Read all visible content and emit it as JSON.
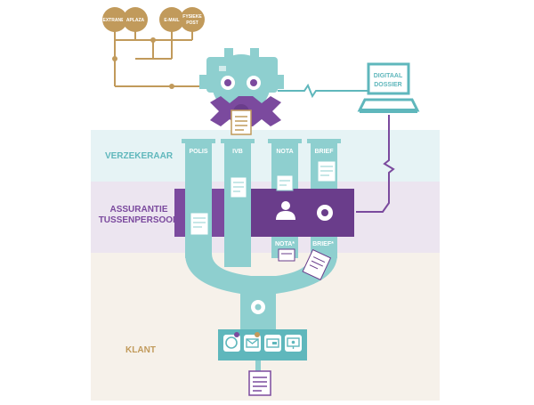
{
  "sources": {
    "extranet": "EXTRANET",
    "aplaza": "APLAZA",
    "email": "E-MAIL",
    "fysieke_post_line1": "FYSIEKE",
    "fysieke_post_line2": "POST"
  },
  "laptop": {
    "line1": "DIGITAAL",
    "line2": "DOSSIER"
  },
  "zones": {
    "verzekeraar": "VERZEKERAAR",
    "assurantie_line1": "ASSURANTIE",
    "assurantie_line2": "TUSSENPERSOON",
    "klant": "KLANT"
  },
  "pipes": {
    "polis": "POLIS",
    "ivb": "IVB",
    "nota": "NOTA",
    "brief": "BRIEF"
  },
  "band_labels": {
    "nota_star": "NOTA*",
    "brief_star": "BRIEF*"
  },
  "colors": {
    "gold": "#C19A5B",
    "teal": "#8ECFCF",
    "teal_dark": "#5FB7BC",
    "purple": "#7B4A9E",
    "purple_dark": "#6A3D8B",
    "band_blue": "#E6F3F5",
    "band_lilac": "#ECE5F0",
    "band_cream": "#F6F1EA"
  },
  "icons": [
    "robot-icon",
    "gear-icon",
    "document-icon",
    "person-icon",
    "whatsapp-icon",
    "mail-icon",
    "card-icon",
    "monitor-icon",
    "laptop-icon"
  ]
}
